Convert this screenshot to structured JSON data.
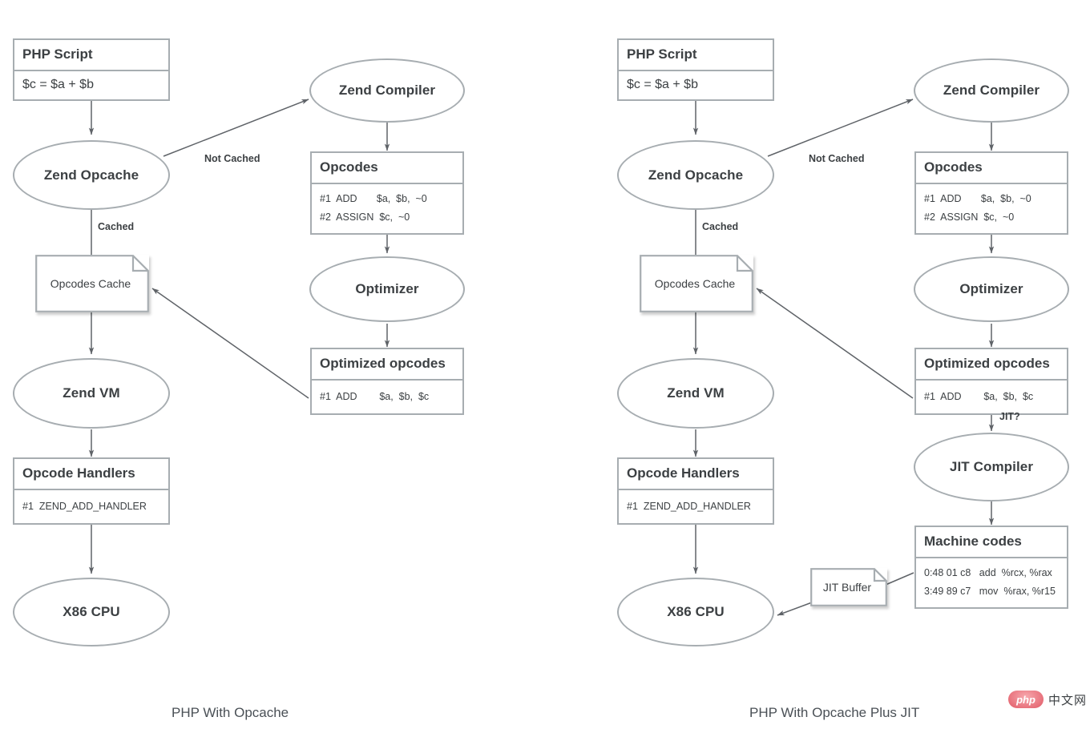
{
  "diagram": {
    "title_left": "PHP With Opcache",
    "title_right": "PHP With Opcache Plus JIT",
    "colors": {
      "stroke": "#a7adb1",
      "text": "#3c4043",
      "arrow": "#5f6368",
      "background": "#ffffff",
      "watermark_pink": "#e8727c"
    }
  },
  "left": {
    "php_script": {
      "header": "PHP Script",
      "rows": [
        "$c = $a + $b"
      ]
    },
    "zend_opcache": "Zend Opcache",
    "zend_compiler": "Zend Compiler",
    "opcodes": {
      "header": "Opcodes",
      "rows": [
        "#1  ADD       $a,  $b,  ~0",
        "#2  ASSIGN  $c,  ~0"
      ]
    },
    "optimizer": "Optimizer",
    "optimized_opcodes": {
      "header": "Optimized opcodes",
      "rows": [
        "#1  ADD        $a,  $b,  $c"
      ]
    },
    "opcodes_cache": "Opcodes Cache",
    "zend_vm": "Zend VM",
    "opcode_handlers": {
      "header": "Opcode Handlers",
      "rows": [
        "#1  ZEND_ADD_HANDLER"
      ]
    },
    "x86_cpu": "X86 CPU",
    "edge_not_cached": "Not Cached",
    "edge_cached": "Cached"
  },
  "right": {
    "php_script": {
      "header": "PHP Script",
      "rows": [
        "$c = $a + $b"
      ]
    },
    "zend_opcache": "Zend Opcache",
    "zend_compiler": "Zend Compiler",
    "opcodes": {
      "header": "Opcodes",
      "rows": [
        "#1  ADD       $a,  $b,  ~0",
        "#2  ASSIGN  $c,  ~0"
      ]
    },
    "optimizer": "Optimizer",
    "optimized_opcodes": {
      "header": "Optimized opcodes",
      "rows": [
        "#1  ADD        $a,  $b,  $c"
      ]
    },
    "opcodes_cache": "Opcodes Cache",
    "zend_vm": "Zend VM",
    "opcode_handlers": {
      "header": "Opcode Handlers",
      "rows": [
        "#1  ZEND_ADD_HANDLER"
      ]
    },
    "x86_cpu": "X86 CPU",
    "jit_compiler": "JIT Compiler",
    "machine_codes": {
      "header": "Machine codes",
      "rows": [
        "0:48 01 c8   add  %rcx, %rax",
        "3:49 89 c7   mov  %rax, %r15"
      ]
    },
    "jit_buffer": "JIT Buffer",
    "edge_not_cached": "Not Cached",
    "edge_cached": "Cached",
    "edge_jit": "JIT?"
  },
  "watermark": {
    "badge": "php",
    "text": "中文网"
  }
}
